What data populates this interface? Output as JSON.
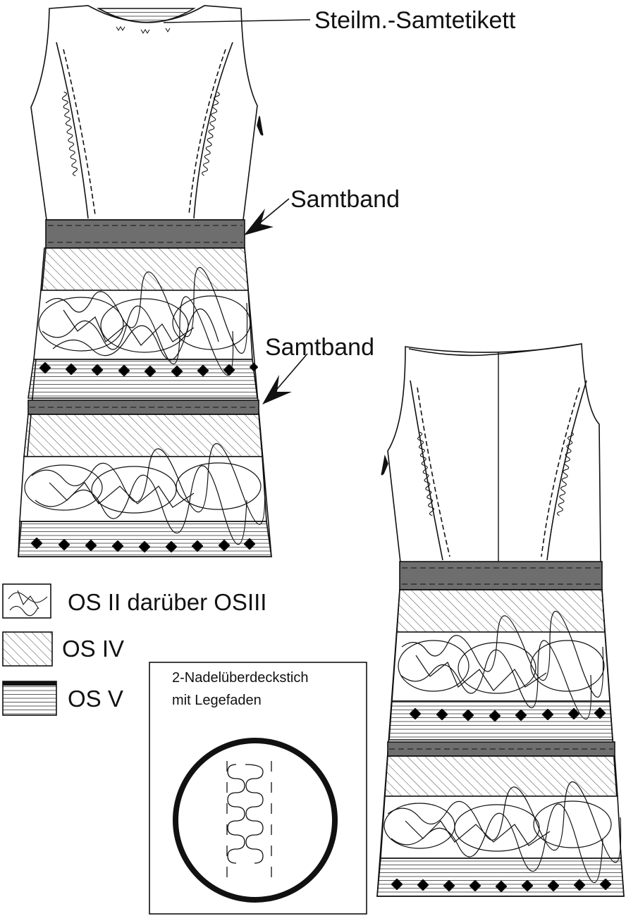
{
  "labels": {
    "neck_label": "Steilm.-Samtetikett",
    "band_upper": "Samtband",
    "band_lower": "Samtband"
  },
  "legend": {
    "items": [
      {
        "key": "os2",
        "label": "OS II darüber OSIII"
      },
      {
        "key": "os4",
        "label": "OS IV"
      },
      {
        "key": "os5",
        "label": "OS V"
      }
    ]
  },
  "stitch_box": {
    "line1": "2-Nadelüberdeckstich",
    "line2": "mit Legefaden"
  },
  "colors": {
    "band": "#6e6e6e",
    "line": "#111111",
    "paper": "#ffffff"
  }
}
